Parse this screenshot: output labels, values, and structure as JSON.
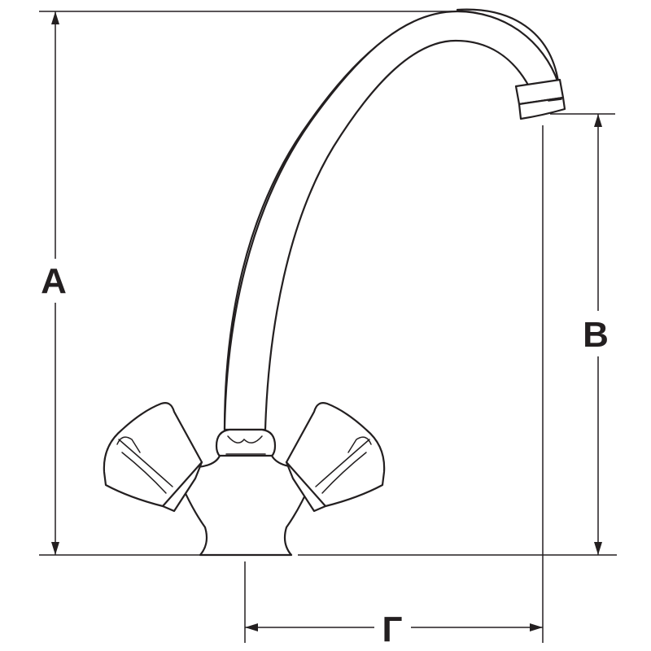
{
  "diagram": {
    "dimensions": {
      "a_label": "A",
      "b_label": "B",
      "g_label": "Г"
    },
    "colors": {
      "line": "#231f20",
      "background": "#ffffff"
    }
  }
}
